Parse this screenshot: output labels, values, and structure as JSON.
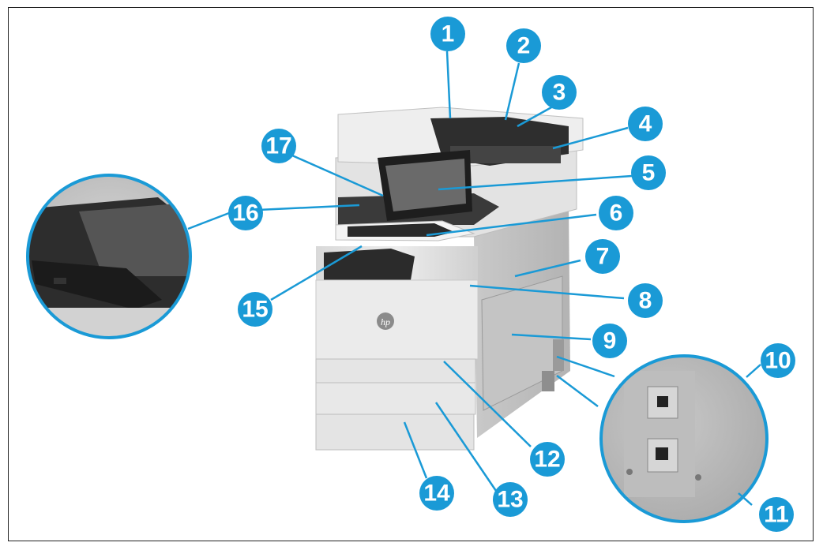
{
  "accent_color": "#1a9ad6",
  "callouts": [
    {
      "label": "1"
    },
    {
      "label": "2"
    },
    {
      "label": "3"
    },
    {
      "label": "4"
    },
    {
      "label": "5"
    },
    {
      "label": "6"
    },
    {
      "label": "7"
    },
    {
      "label": "8"
    },
    {
      "label": "9"
    },
    {
      "label": "10"
    },
    {
      "label": "11"
    },
    {
      "label": "12"
    },
    {
      "label": "13"
    },
    {
      "label": "14"
    },
    {
      "label": "15"
    },
    {
      "label": "16"
    },
    {
      "label": "17"
    }
  ],
  "icons": {
    "logo": "hp-logo-icon",
    "usb_port": "usb-port-icon"
  }
}
